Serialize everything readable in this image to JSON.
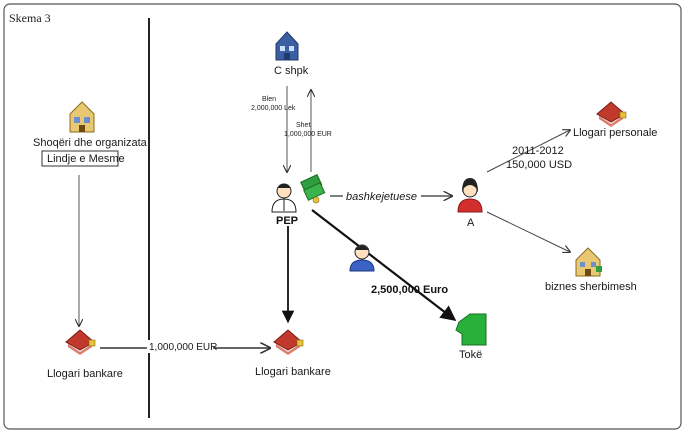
{
  "title": "Skema 3",
  "nodes": {
    "c_shpk": {
      "label": "C shpk",
      "icon": "building-icon"
    },
    "shoqeri": {
      "label_line1": "Shoqëri dhe organizata",
      "label_line2": "Lindje e Mesme",
      "icon": "building-icon"
    },
    "pep": {
      "label": "PEP",
      "icon": "person-icon"
    },
    "person_a": {
      "label": "A",
      "icon": "person-icon"
    },
    "llogari_personale": {
      "label": "Llogari personale",
      "icon": "bank-account-icon"
    },
    "biznes": {
      "label": "biznes sherbimesh",
      "icon": "business-icon"
    },
    "toke": {
      "label": "Tokë",
      "icon": "land-icon"
    },
    "llogari_left": {
      "label": "Llogari bankare",
      "icon": "bank-account-icon"
    },
    "llogari_center": {
      "label": "Llogari bankare",
      "icon": "bank-account-icon"
    }
  },
  "edges": {
    "blen": {
      "label1": "Blen",
      "label2": "2,000,000 Lek"
    },
    "shet": {
      "label1": "Shet",
      "label2": "1,000,000 EUR"
    },
    "bashkejetuese": {
      "label": "bashkejetuese"
    },
    "personale_transfer": {
      "label1": "2011-2012",
      "label2": "150,000 USD"
    },
    "euro_land": {
      "label": "2,500,000 Euro"
    },
    "bank_transfer": {
      "label": "1,000,000 EUR"
    }
  },
  "colors": {
    "border": "#555555",
    "divider": "#222222",
    "arrow": "#333333",
    "money_green": "#2e9e3e",
    "land_green": "#27b13a",
    "bank_red": "#c0392b",
    "person_red": "#d32f2f",
    "building_blue": "#3b5fa0"
  }
}
